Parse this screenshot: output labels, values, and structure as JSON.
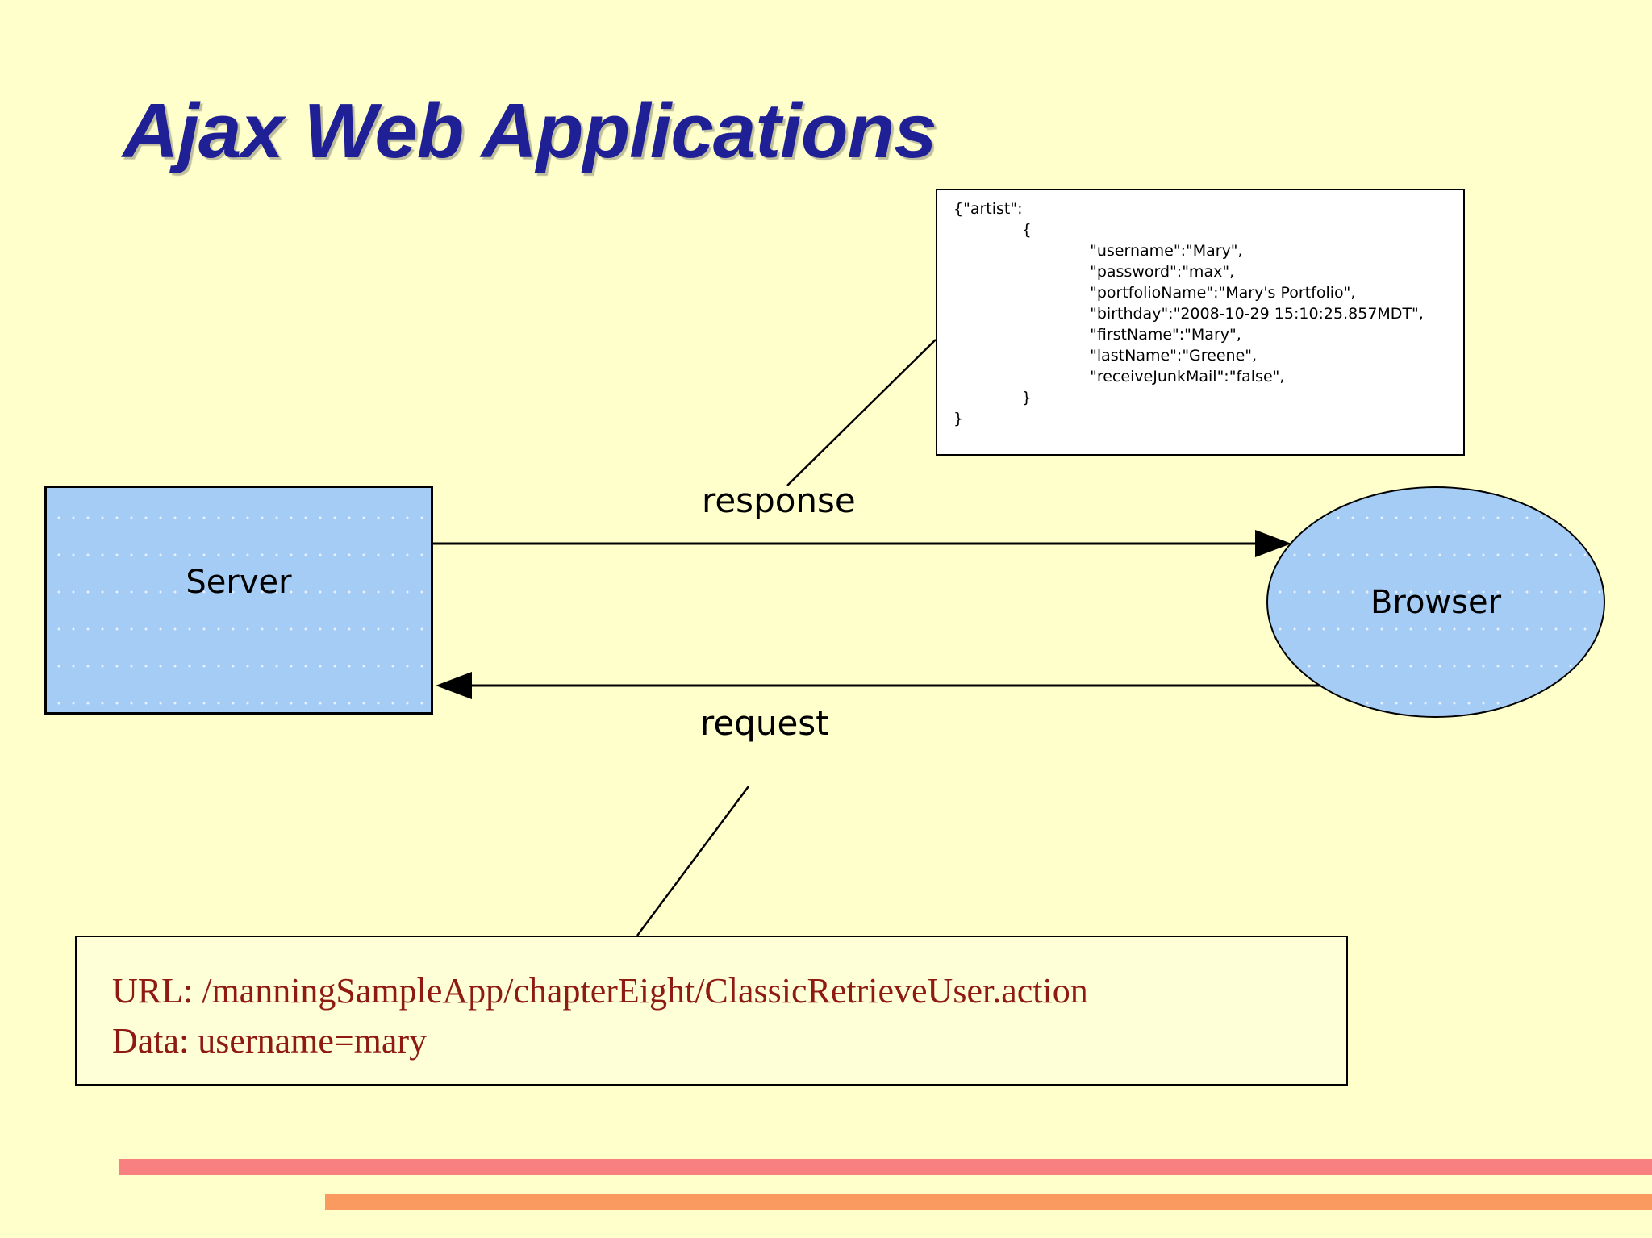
{
  "slide": {
    "title": "Ajax Web Applications",
    "background_color": "#FFFFCC",
    "title_color": "#1F1F96"
  },
  "diagram": {
    "server_label": "Server",
    "browser_label": "Browser",
    "response_label": "response",
    "request_label": "request",
    "node_fill_color": "#A5CCF5",
    "connector_color": "#000000"
  },
  "json_box": {
    "code": "{\"artist\":\n\t{\n\t\t\"username\":\"Mary\",\n\t\t\"password\":\"max\",\n\t\t\"portfolioName\":\"Mary's Portfolio\",\n\t\t\"birthday\":\"2008-10-29 15:10:25.857MDT\",\n\t\t\"firstName\":\"Mary\",\n\t\t\"lastName\":\"Greene\",\n\t\t\"receiveJunkMail\":\"false\",\n\t}\n}"
  },
  "url_box": {
    "url_line": "URL: /manningSampleApp/chapterEight/ClassicRetrieveUser.action",
    "data_line": "Data: username=mary",
    "text_color": "#8E1A12"
  },
  "footer": {
    "bar_primary_color": "#F98080",
    "bar_secondary_color": "#FB9A60"
  }
}
